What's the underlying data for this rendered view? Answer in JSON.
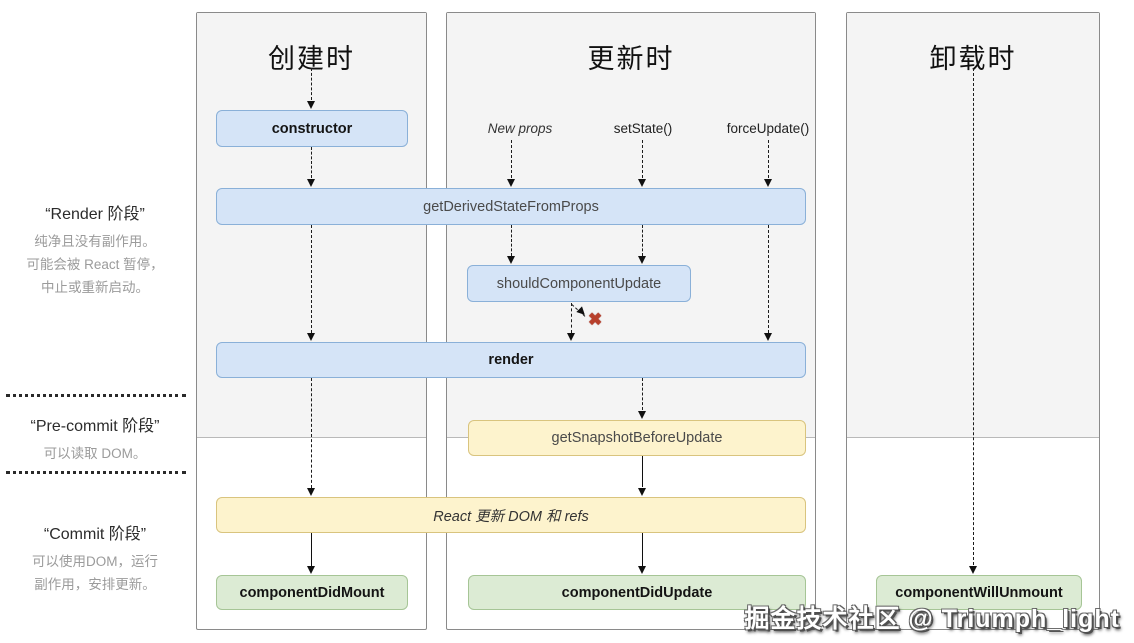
{
  "columns": {
    "mount": {
      "title": "创建时"
    },
    "update": {
      "title": "更新时",
      "triggers": {
        "newProps": "New props",
        "setState": "setState()",
        "forceUpdate": "forceUpdate()"
      }
    },
    "unmount": {
      "title": "卸载时"
    }
  },
  "nodes": {
    "constructor": "constructor",
    "getDerivedStateFromProps": "getDerivedStateFromProps",
    "shouldComponentUpdate": "shouldComponentUpdate",
    "render": "render",
    "getSnapshotBeforeUpdate": "getSnapshotBeforeUpdate",
    "reactUpdatesDom": "React 更新 DOM 和 refs",
    "componentDidMount": "componentDidMount",
    "componentDidUpdate": "componentDidUpdate",
    "componentWillUnmount": "componentWillUnmount"
  },
  "phases": {
    "render": {
      "title": "“Render 阶段”",
      "line1": "纯净且没有副作用。",
      "line2": "可能会被 React 暂停，",
      "line3": "中止或重新启动。"
    },
    "precommit": {
      "title": "“Pre-commit 阶段”",
      "line1": "可以读取 DOM。"
    },
    "commit": {
      "title": "“Commit 阶段”",
      "line1": "可以使用DOM，运行",
      "line2": "副作用，安排更新。"
    }
  },
  "icons": {
    "cancel": "✖"
  },
  "watermark": "掘金技术社区 @ Triumph_light",
  "colors": {
    "blueFill": "#d5e4f7",
    "blueBorder": "#8ab0d8",
    "yellowFill": "#fdf3cd",
    "yellowBorder": "#d9c47e",
    "greenFill": "#dcebd4",
    "greenBorder": "#a6c596",
    "panelBg": "#f4f4f4",
    "panelBorder": "#8a8a8a",
    "cancelRed": "#b8402c"
  }
}
